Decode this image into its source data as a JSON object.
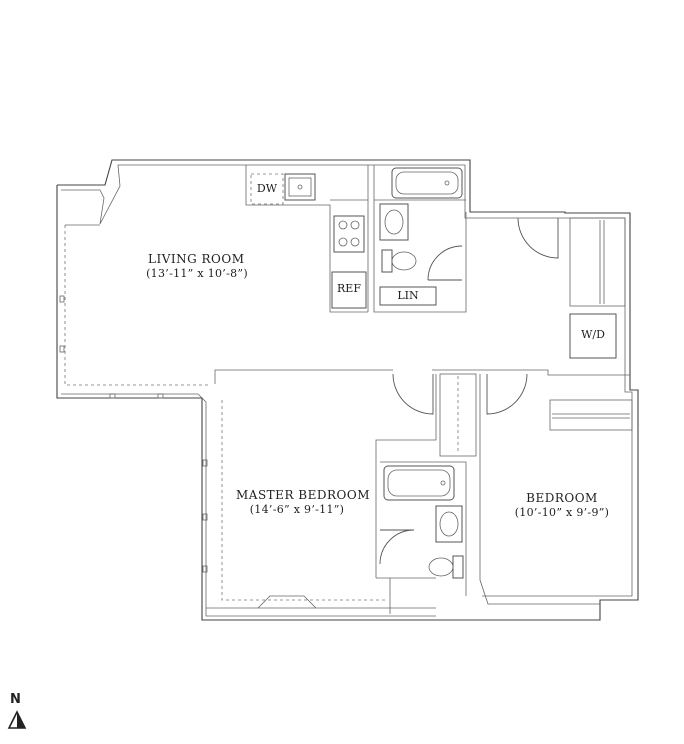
{
  "rooms": {
    "living": {
      "name": "LIVING ROOM",
      "dims": "(13’-11” x 10’-8”)"
    },
    "master": {
      "name": "MASTER BEDROOM",
      "dims": "(14’-6” x 9’-11”)"
    },
    "bedroom": {
      "name": "BEDROOM",
      "dims": "(10’-10” x 9’-9”)"
    }
  },
  "fixtures": {
    "dishwasher": "DW",
    "refrigerator": "REF",
    "linen": "LIN",
    "washer_dryer": "W/D"
  },
  "compass": {
    "label": "N"
  }
}
